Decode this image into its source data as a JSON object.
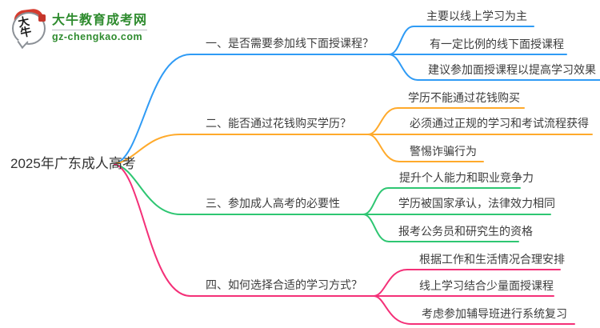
{
  "logo": {
    "icon_text": "大牛",
    "brand": "大牛教育成考网",
    "domain": "gz-chengkao.com",
    "brand_color": "#2e8b2e"
  },
  "root": {
    "label": "2025年广东成人高考"
  },
  "branches": [
    {
      "label": "一、是否需要参加线下面授课程？",
      "color": "#2F9BF5",
      "children": [
        "主要以线上学习为主",
        "有一定比例的线下面授课程",
        "建议参加面授课程以提高学习效果"
      ]
    },
    {
      "label": "二、能否通过花钱购买学历？",
      "color": "#FFAA2B",
      "children": [
        "学历不能通过花钱购买",
        "必须通过正规的学习和考试流程获得",
        "警惕诈骗行为"
      ]
    },
    {
      "label": "三、参加成人高考的必要性",
      "color": "#2EC672",
      "children": [
        "提升个人能力和职业竞争力",
        "学历被国家承认，法律效力相同",
        "报考公务员和研究生的资格"
      ]
    },
    {
      "label": "四、如何选择合适的学习方式？",
      "color": "#F43078",
      "children": [
        "根据工作和生活情况合理安排",
        "线上学习结合少量面授课程",
        "考虑参加辅导班进行系统复习"
      ]
    }
  ]
}
